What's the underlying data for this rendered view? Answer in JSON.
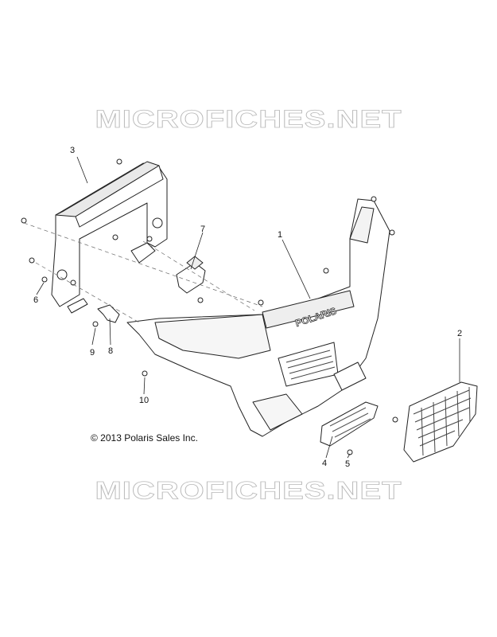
{
  "watermark": {
    "text": "MICROFICHES.NET"
  },
  "copyright": "© 2013 Polaris Sales Inc.",
  "bumper_logo": "POLARIS",
  "callouts": {
    "c1": "1",
    "c2": "2",
    "c3": "3",
    "c4": "4",
    "c5": "5",
    "c6": "6",
    "c7": "7",
    "c8": "8",
    "c9": "9",
    "c10": "10"
  }
}
